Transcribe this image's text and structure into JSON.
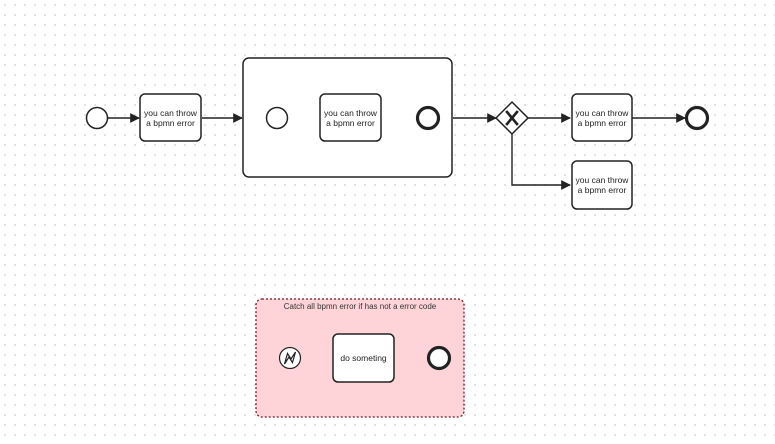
{
  "colors": {
    "stroke": "#222222",
    "task_fill": "#ffffff",
    "event_subprocess_fill": "#ffd4d8",
    "event_subprocess_border": "#7a1a28"
  },
  "tasks": {
    "task_1": "you can throw a bpmn error",
    "subprocess_task": "you can throw a bpmn error",
    "task_upper_branch": "you can throw a bpmn error",
    "task_lower_branch": "you can throw a bpmn error",
    "event_subprocess_task": "do someting"
  },
  "event_subprocess": {
    "caption": "Catch all bpmn error if has not a error code"
  },
  "icons": {
    "gateway": "exclusive-gateway-x-icon",
    "error_start": "error-start-event-icon"
  }
}
